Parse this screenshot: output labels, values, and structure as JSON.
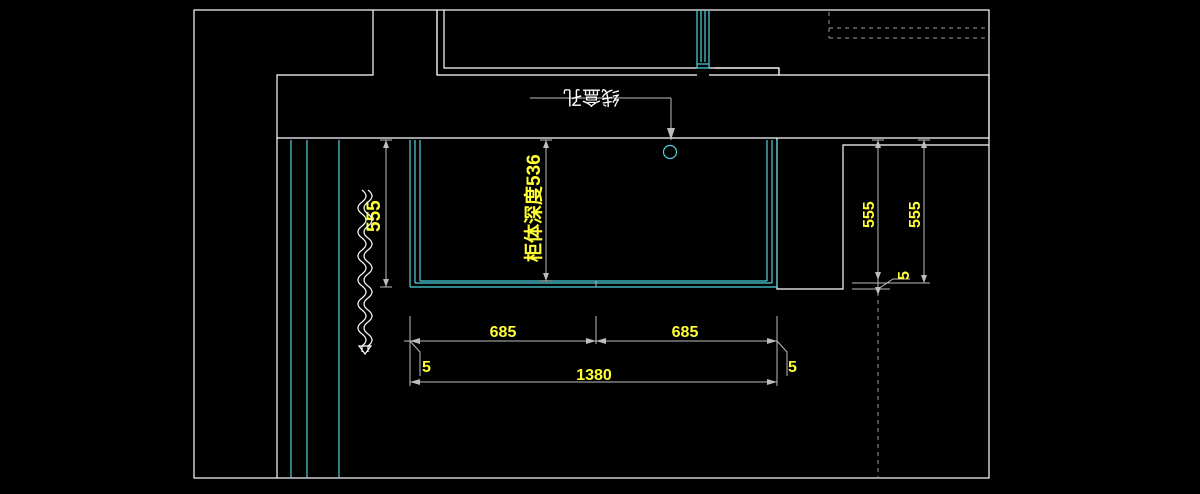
{
  "drawing": {
    "labels": {
      "wire_box_hole": "线盒孔",
      "cabinet_depth": "柜体深度536",
      "dim_left_height": "555",
      "dim_right_height_a": "555",
      "dim_right_height_b": "555",
      "dim_right_gap": "5",
      "dim_span_left": "685",
      "dim_span_right": "685",
      "dim_total": "1380",
      "dim_offset_left": "5",
      "dim_offset_right": "5"
    },
    "colors": {
      "background": "#000000",
      "wall_lines": "#ffffff",
      "cabinet_lines": "#4fd3e0",
      "dimension_text": "#ffff33",
      "dimension_lines": "#bdbdbd"
    },
    "icons": {
      "wavy_symbol": "wavy-arrow-icon",
      "outlet": "outlet-circle-icon"
    }
  }
}
